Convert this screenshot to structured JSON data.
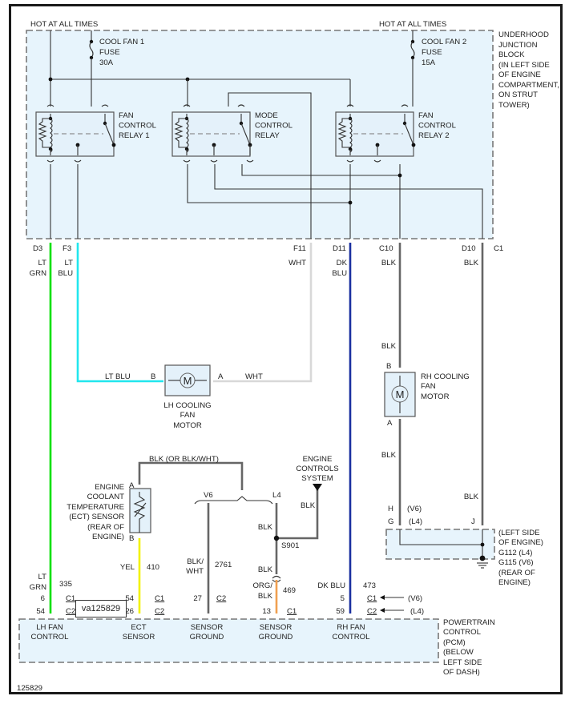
{
  "diagram_id": "125829",
  "tooltip": "va125829",
  "colors": {
    "lt_grn": "#00e000",
    "lt_blu": "#22e6ee",
    "wht": "#d8d8d8",
    "dk_blu": "#1a2fa0",
    "blk": "#666666",
    "yel": "#f2f200",
    "org_blk": "#f0a050",
    "box_fill": "#e7f4fc"
  },
  "power": {
    "left": "HOT AT ALL TIMES",
    "right": "HOT AT ALL TIMES"
  },
  "fuses": [
    {
      "name": "COOL FAN 1",
      "line2": "FUSE",
      "rating": "30A"
    },
    {
      "name": "COOL FAN 2",
      "line2": "FUSE",
      "rating": "15A"
    }
  ],
  "junction_block": {
    "lines": [
      "UNDERHOOD",
      "JUNCTION",
      "BLOCK",
      "(IN LEFT SIDE",
      "OF ENGINE",
      "COMPARTMENT,",
      "ON STRUT",
      "TOWER)"
    ]
  },
  "relays": [
    {
      "lines": [
        "FAN",
        "CONTROL",
        "RELAY 1"
      ]
    },
    {
      "lines": [
        "MODE",
        "CONTROL",
        "RELAY"
      ]
    },
    {
      "lines": [
        "FAN",
        "CONTROL",
        "RELAY 2"
      ]
    }
  ],
  "terminals": {
    "d3": "D3",
    "f3": "F3",
    "f11": "F11",
    "d11": "D11",
    "c10": "C10",
    "d10": "D10",
    "c1": "C1"
  },
  "wire_labels": {
    "lt": "LT",
    "grn": "GRN",
    "blu": "BLU",
    "wht": "WHT",
    "dk": "DK",
    "blk": "BLK",
    "lt_blu": "LT BLU",
    "blk_or": "BLK (OR BLK/WHT)",
    "yel": "YEL",
    "blk_slash": "BLK/",
    "org_slash": "ORG/",
    "dk_blu": "DK BLU"
  },
  "lh_motor": {
    "symbol": "M",
    "pin_b": "B",
    "pin_a": "A",
    "lines": [
      "LH COOLING",
      "FAN",
      "MOTOR"
    ]
  },
  "rh_motor": {
    "symbol": "M",
    "pin_b": "B",
    "pin_a": "A",
    "lines": [
      "RH COOLING",
      "FAN",
      "MOTOR"
    ]
  },
  "ect_sensor": {
    "pin_a": "A",
    "pin_b": "B",
    "lines": [
      "ENGINE",
      "COOLANT",
      "TEMPERATURE",
      "(ECT) SENSOR",
      "(REAR OF",
      "ENGINE)"
    ]
  },
  "engine_controls": {
    "lines": [
      "ENGINE",
      "CONTROLS",
      "SYSTEM"
    ]
  },
  "splice": "S901",
  "variants": {
    "v6": "V6",
    "l4": "L4",
    "v6_paren": "(V6)",
    "l4_paren": "(L4)"
  },
  "ground": {
    "pin_h": "H",
    "pin_g": "G",
    "pin_j": "J",
    "lines": [
      "(LEFT SIDE",
      "OF ENGINE)",
      "G112 (L4)",
      "G115 (V6)",
      "(REAR OF",
      "ENGINE)"
    ]
  },
  "circuits": {
    "c335": "335",
    "c410": "410",
    "c2761": "2761",
    "c469": "469",
    "c473": "473"
  },
  "pcm_pins": {
    "lh_c1": "6",
    "lh_c2": "54",
    "ect_c1": "54",
    "ect_c2": "26",
    "sg1_c2": "27",
    "sg2_c1": "13",
    "rh_c1": "5",
    "rh_c2": "59"
  },
  "connectors": {
    "c1": "C1",
    "c2": "C2"
  },
  "pcm": {
    "functions": [
      {
        "lines": [
          "LH FAN",
          "CONTROL"
        ]
      },
      {
        "lines": [
          "ECT",
          "SENSOR"
        ]
      },
      {
        "lines": [
          "SENSOR",
          "GROUND"
        ]
      },
      {
        "lines": [
          "SENSOR",
          "GROUND"
        ]
      },
      {
        "lines": [
          "RH FAN",
          "CONTROL"
        ]
      }
    ],
    "lines": [
      "POWERTRAIN",
      "CONTROL",
      "(PCM)",
      "(BELOW",
      "LEFT SIDE",
      "OF DASH)"
    ]
  }
}
